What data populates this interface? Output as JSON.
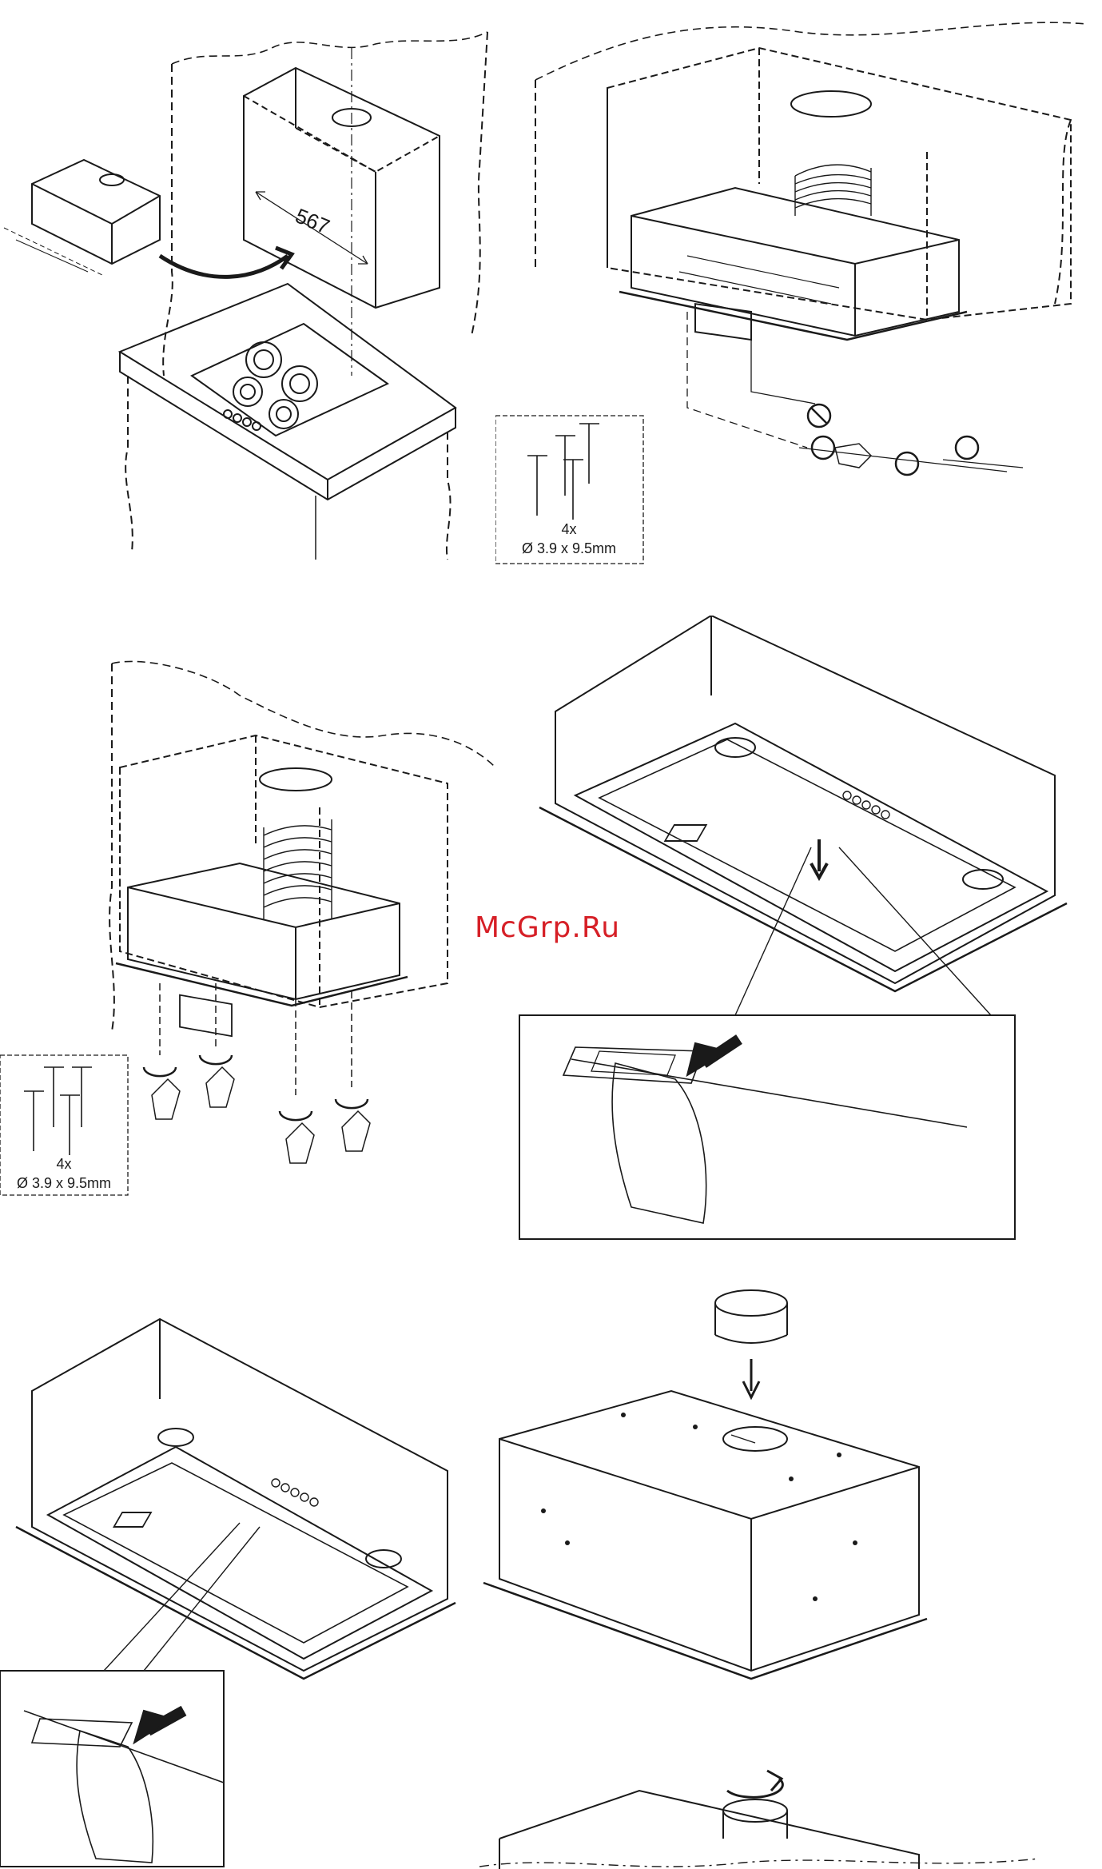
{
  "panel1": {
    "dimension_label": "567"
  },
  "panel2": {
    "screws": {
      "count": "4x",
      "size": "Ø 3.9 x 9.5mm"
    }
  },
  "panel3": {
    "screws": {
      "count": "4x",
      "size": "Ø 3.9 x 9.5mm"
    }
  },
  "watermark": "McGrp.Ru",
  "colors": {
    "line": "#1a1a1a",
    "watermark": "#d61f26",
    "background": "#ffffff"
  }
}
